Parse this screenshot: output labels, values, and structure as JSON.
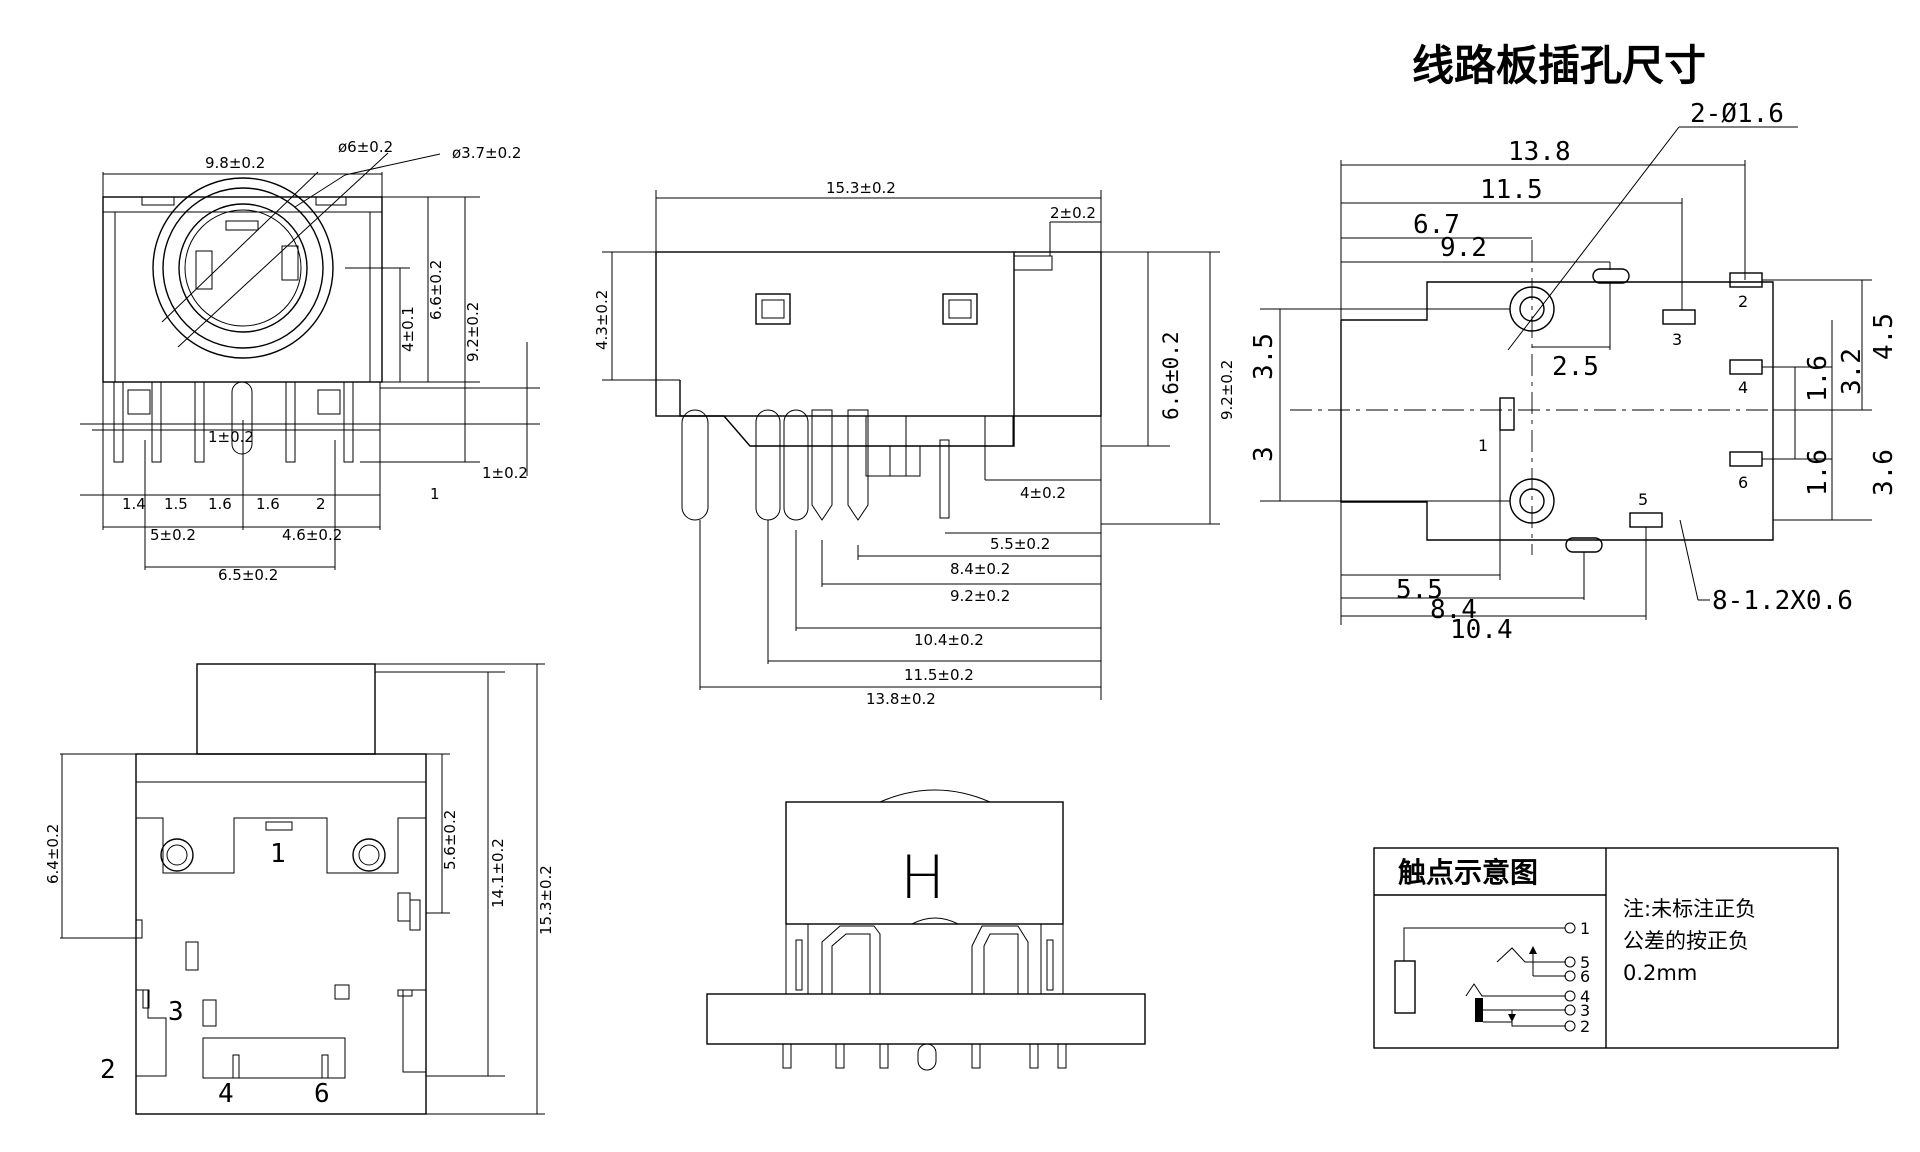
{
  "title": "线路板插孔尺寸",
  "front_view": {
    "width": "9.8±0.2",
    "hole_outer": "ø6±0.2",
    "hole_inner": "ø3.7±0.2",
    "center_h": "4±0.1",
    "body_h": "6.6±0.2",
    "total_h": "9.2±0.2",
    "pin_pitches": [
      "1.4",
      "1.5",
      "1.6",
      "1.6",
      "2"
    ],
    "pin_len": "1",
    "pin_gap": "1±0.2",
    "pin_tip": "1±0.2",
    "span_left": "5±0.2",
    "span_right": "4.6±0.2",
    "span_bottom": "6.5±0.2"
  },
  "side_view": {
    "length": "15.3±0.2",
    "tab": "2±0.2",
    "height_left": "4.3±0.2",
    "body_h": "6.6±0.2",
    "total_h": "9.2±0.2",
    "pin_dims": [
      "4±0.2",
      "5.5±0.2",
      "8.4±0.2",
      "9.2±0.2",
      "10.4±0.2",
      "11.5±0.2",
      "13.8±0.2"
    ]
  },
  "pcb_layout": {
    "hole_note": "2-Ø1.6",
    "slot_note": "8-1.2X0.6",
    "top_dims": [
      "13.8",
      "11.5",
      "6.7",
      "9.2"
    ],
    "left_dims": [
      "3.5",
      "3"
    ],
    "right_dims": [
      "4.5",
      "3.2",
      "1.6",
      "3.6",
      "1.6"
    ],
    "inner_dim": "2.5",
    "bottom_dims": [
      "5.5",
      "8.4",
      "10.4"
    ],
    "pad_labels": [
      "1",
      "2",
      "3",
      "4",
      "5",
      "6"
    ]
  },
  "bottom_view": {
    "h1": "6.4±0.2",
    "h2": "5.6±0.2",
    "h3": "14.1±0.2",
    "h4": "15.3±0.2",
    "labels": [
      "1",
      "2",
      "3",
      "4",
      "6"
    ]
  },
  "rear_view": {
    "mark": "H"
  },
  "contact_box": {
    "title": "触点示意图",
    "note_lines": [
      "注:未标注正负",
      "公差的按正负",
      "0.2mm"
    ],
    "pin_labels": [
      "1",
      "5",
      "6",
      "4",
      "3",
      "2"
    ]
  }
}
